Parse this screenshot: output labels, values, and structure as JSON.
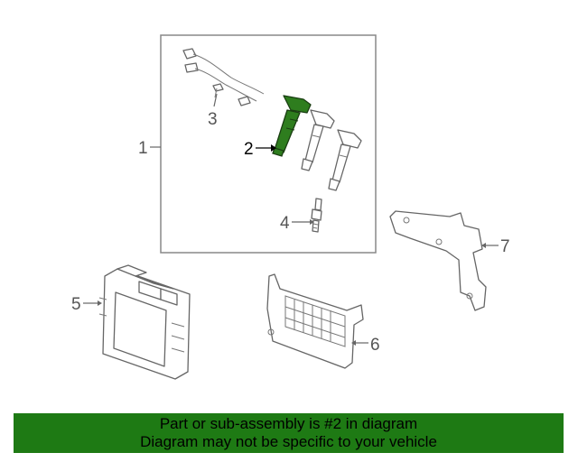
{
  "callouts": {
    "c1": "1",
    "c2": "2",
    "c3": "3",
    "c4": "4",
    "c5": "5",
    "c6": "6",
    "c7": "7"
  },
  "highlighted_part": "2",
  "colors": {
    "highlight_part": "#2e7d1e",
    "footer_background": "#1e7a14",
    "line": "#666666"
  },
  "footer": {
    "line1": "Part or sub-assembly is #2 in diagram",
    "line2": "Diagram may not be specific to your vehicle"
  }
}
